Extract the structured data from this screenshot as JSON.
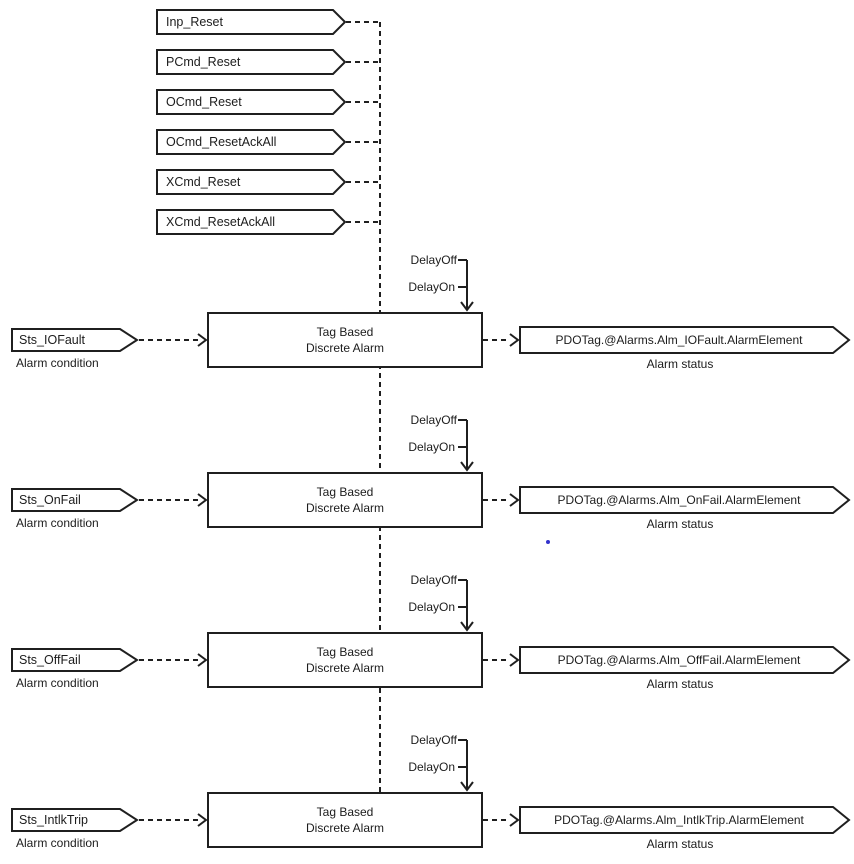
{
  "diagram": {
    "background_color": "#ffffff",
    "line_color": "#1f1f1f",
    "artifact_dot_color": "#3333cc",
    "reset_tags": [
      {
        "label": "Inp_Reset"
      },
      {
        "label": "PCmd_Reset"
      },
      {
        "label": "OCmd_Reset"
      },
      {
        "label": "OCmd_ResetAckAll"
      },
      {
        "label": "XCmd_Reset"
      },
      {
        "label": "XCmd_ResetAckAll"
      }
    ],
    "delay_off_label": "DelayOff",
    "delay_on_label": "DelayOn",
    "block_title_line1": "Tag Based",
    "block_title_line2": "Discrete Alarm",
    "input_caption": "Alarm condition",
    "output_caption": "Alarm status",
    "rows": [
      {
        "input_tag": "Sts_IOFault",
        "output_tag": "PDOTag.@Alarms.Alm_IOFault.AlarmElement"
      },
      {
        "input_tag": "Sts_OnFail",
        "output_tag": "PDOTag.@Alarms.Alm_OnFail.AlarmElement"
      },
      {
        "input_tag": "Sts_OffFail",
        "output_tag": "PDOTag.@Alarms.Alm_OffFail.AlarmElement"
      },
      {
        "input_tag": "Sts_IntlkTrip",
        "output_tag": "PDOTag.@Alarms.Alm_IntlkTrip.AlarmElement"
      }
    ]
  }
}
